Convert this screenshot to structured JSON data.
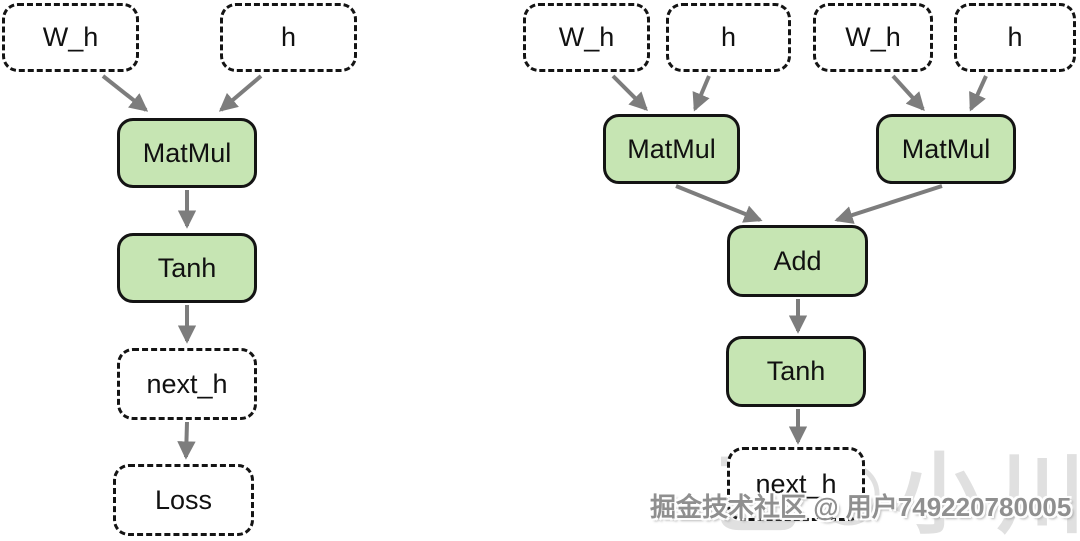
{
  "diagram": {
    "left_graph": {
      "nodes": {
        "wh": {
          "label": "W_h",
          "type": "tensor"
        },
        "h": {
          "label": "h",
          "type": "tensor"
        },
        "matmul": {
          "label": "MatMul",
          "type": "op"
        },
        "tanh": {
          "label": "Tanh",
          "type": "op"
        },
        "next_h": {
          "label": "next_h",
          "type": "tensor"
        },
        "loss": {
          "label": "Loss",
          "type": "tensor"
        }
      },
      "edges": [
        {
          "from": "wh",
          "to": "matmul"
        },
        {
          "from": "h",
          "to": "matmul"
        },
        {
          "from": "matmul",
          "to": "tanh"
        },
        {
          "from": "tanh",
          "to": "next_h"
        },
        {
          "from": "next_h",
          "to": "loss"
        }
      ]
    },
    "right_graph": {
      "nodes": {
        "wh1": {
          "label": "W_h",
          "type": "tensor"
        },
        "h1": {
          "label": "h",
          "type": "tensor"
        },
        "wh2": {
          "label": "W_h",
          "type": "tensor"
        },
        "h2": {
          "label": "h",
          "type": "tensor"
        },
        "matmul1": {
          "label": "MatMul",
          "type": "op"
        },
        "matmul2": {
          "label": "MatMul",
          "type": "op"
        },
        "add": {
          "label": "Add",
          "type": "op"
        },
        "tanh": {
          "label": "Tanh",
          "type": "op"
        },
        "next_h": {
          "label": "next_h",
          "type": "tensor"
        }
      },
      "edges": [
        {
          "from": "wh1",
          "to": "matmul1"
        },
        {
          "from": "h1",
          "to": "matmul1"
        },
        {
          "from": "wh2",
          "to": "matmul2"
        },
        {
          "from": "h2",
          "to": "matmul2"
        },
        {
          "from": "matmul1",
          "to": "add"
        },
        {
          "from": "matmul2",
          "to": "add"
        },
        {
          "from": "add",
          "to": "tanh"
        },
        {
          "from": "tanh",
          "to": "next_h"
        }
      ]
    }
  },
  "watermark": {
    "text": "掘金技术社区 @ 用户749220780005",
    "faint_text": "乙©小川酱"
  },
  "colors": {
    "op_fill": "#c6e5b3",
    "node_border": "#141414",
    "arrow": "#7d7d7d",
    "watermark": "#8f8f8f",
    "faint_watermark": "#e0e0e0",
    "background": "#ffffff"
  }
}
